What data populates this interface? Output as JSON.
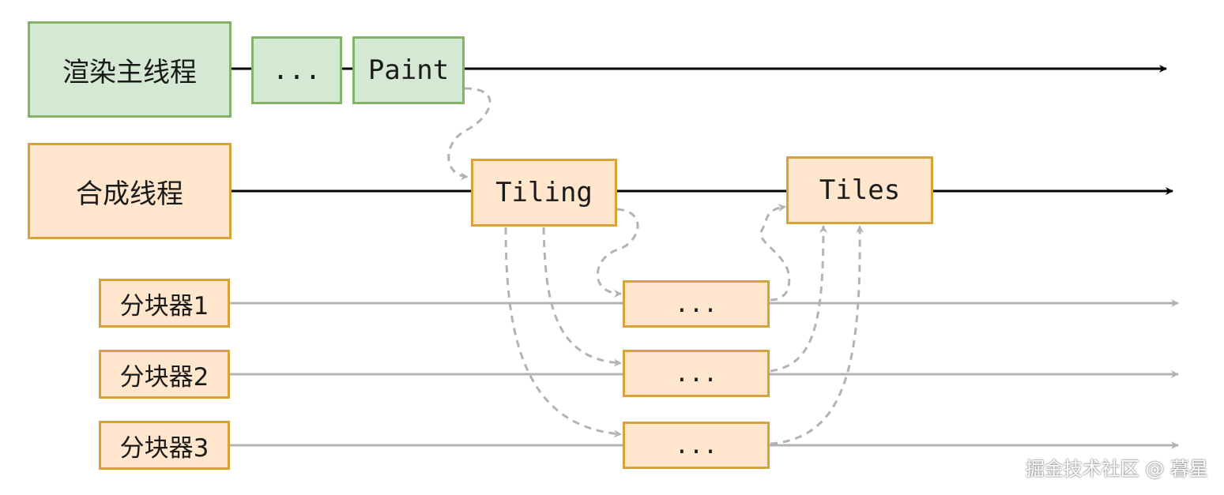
{
  "main_thread": {
    "label": "渲染主线程",
    "ellipsis": "...",
    "paint": "Paint"
  },
  "compositor_thread": {
    "label": "合成线程",
    "tiling": "Tiling",
    "tiles": "Tiles"
  },
  "tilers": [
    {
      "label": "分块器1",
      "task": "..."
    },
    {
      "label": "分块器2",
      "task": "..."
    },
    {
      "label": "分块器3",
      "task": "..."
    }
  ],
  "watermark": "掘金技术社区 @ 暮星",
  "colors": {
    "green_fill": "#d5e8d4",
    "green_border": "#82b366",
    "orange_fill": "#ffe6cc",
    "orange_border": "#d6a339",
    "main_line": "#000000",
    "tiler_line": "#b3b3b3",
    "dashed": "#b3b3b3"
  }
}
